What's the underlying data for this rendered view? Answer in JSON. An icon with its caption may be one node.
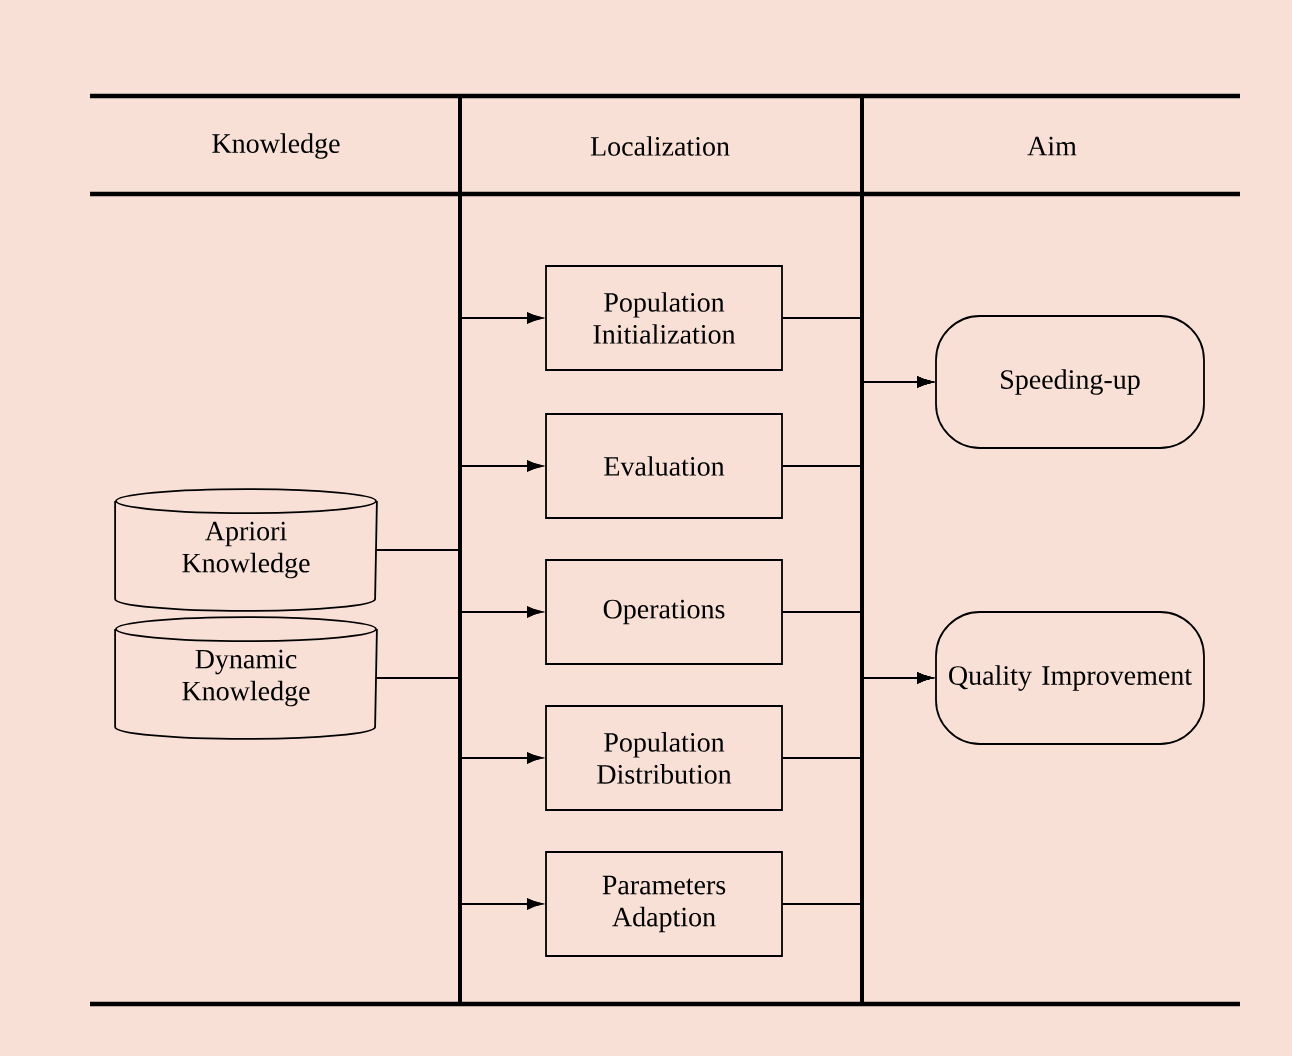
{
  "diagram": {
    "nodes": [
      {
        "text": [
          "Apriori Knowledge"
        ]
      },
      {
        "text": [
          "Dynamic Knowledge"
        ]
      },
      {
        "text": [
          "Population Initialization"
        ]
      },
      {
        "text": [
          "Evaluation"
        ]
      },
      {
        "text": [
          "Operations"
        ]
      },
      {
        "text": [
          "Population Distribution"
        ]
      },
      {
        "text": [
          "Parameters Adaption"
        ]
      },
      {
        "text": [
          "Speeding-up"
        ]
      },
      {
        "text": [
          "Quality Improvement"
        ]
      }
    ],
    "edges": [
      {
        "from": 0,
        "to": 2,
        "arrow": "to"
      },
      {
        "from": 0,
        "to": 3,
        "arrow": "to"
      },
      {
        "from": 0,
        "to": 4,
        "arrow": "to"
      },
      {
        "from": 0,
        "to": 5,
        "arrow": "to"
      },
      {
        "from": 0,
        "to": 6,
        "arrow": "to"
      },
      {
        "from": 1,
        "to": 2,
        "arrow": "to"
      },
      {
        "from": 1,
        "to": 3,
        "arrow": "to"
      },
      {
        "from": 1,
        "to": 4,
        "arrow": "to"
      },
      {
        "from": 1,
        "to": 5,
        "arrow": "to"
      },
      {
        "from": 1,
        "to": 6,
        "arrow": "to"
      },
      {
        "from": 2,
        "to": 7,
        "arrow": "to"
      },
      {
        "from": 2,
        "to": 8,
        "arrow": "to"
      },
      {
        "from": 3,
        "to": 7,
        "arrow": "to"
      },
      {
        "from": 3,
        "to": 8,
        "arrow": "to"
      },
      {
        "from": 4,
        "to": 7,
        "arrow": "to"
      },
      {
        "from": 4,
        "to": 8,
        "arrow": "to"
      },
      {
        "from": 5,
        "to": 7,
        "arrow": "to"
      },
      {
        "from": 5,
        "to": 8,
        "arrow": "to"
      },
      {
        "from": 6,
        "to": 7,
        "arrow": "to"
      },
      {
        "from": 6,
        "to": 8,
        "arrow": "to"
      }
    ],
    "labels": [
      "Knowledge",
      "Localization",
      "Aim"
    ]
  }
}
